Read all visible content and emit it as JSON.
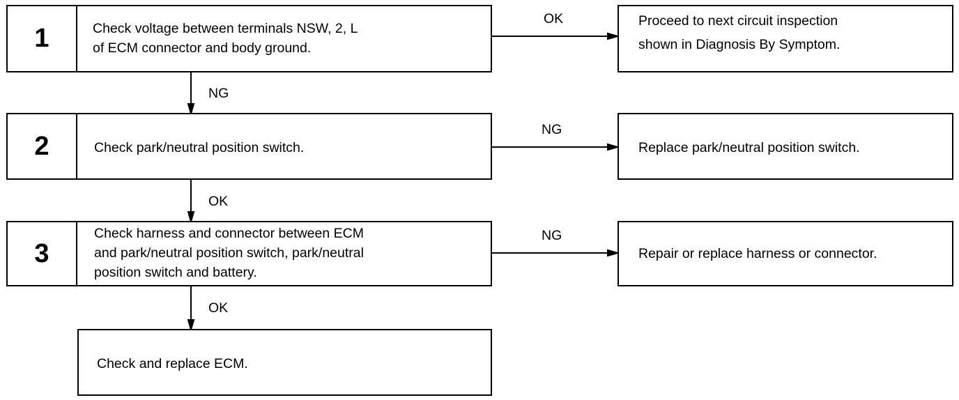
{
  "steps": [
    {
      "number": "1",
      "text": "Check voltage between terminals NSW, 2, L\nof ECM connector and body ground."
    },
    {
      "number": "2",
      "text": "Check park/neutral position switch."
    },
    {
      "number": "3",
      "text": "Check harness and connector between ECM\nand park/neutral position switch, park/neutral\nposition switch and battery."
    }
  ],
  "final_step": {
    "text": "Check and replace ECM."
  },
  "results": [
    {
      "text": "Proceed to next circuit inspection\nshown in Diagnosis By Symptom."
    },
    {
      "text": "Replace park/neutral position switch."
    },
    {
      "text": "Repair or replace harness or connector."
    }
  ],
  "branch_labels": {
    "step1_right": "OK",
    "step1_down": "NG",
    "step2_right": "NG",
    "step2_down": "OK",
    "step3_right": "NG",
    "step3_down": "OK"
  }
}
